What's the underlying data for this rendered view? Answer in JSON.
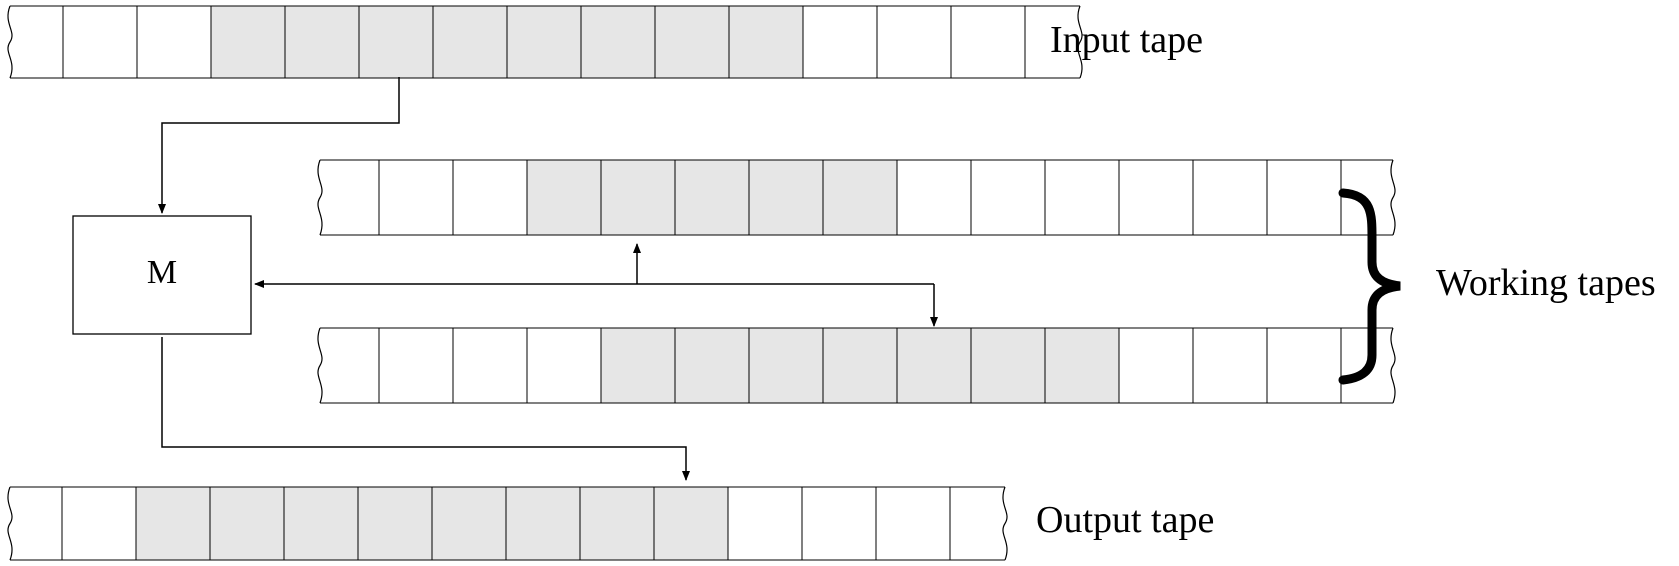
{
  "labels": {
    "machine": "M",
    "input_tape": "Input tape",
    "working_tapes": "Working tapes",
    "output_tape": "Output tape"
  },
  "colors": {
    "cell_filled": "#e6e6e6",
    "cell_empty": "#ffffff",
    "stroke": "#000000"
  },
  "tapes": {
    "input": {
      "cells": 13,
      "filled": [
        2,
        3,
        4,
        5,
        6,
        7,
        8,
        9
      ]
    },
    "working_1": {
      "cells": 13,
      "filled": [
        2,
        3,
        4,
        5,
        6
      ]
    },
    "working_2": {
      "cells": 13,
      "filled": [
        3,
        4,
        5,
        6,
        7,
        8,
        9
      ]
    },
    "output": {
      "cells": 12,
      "filled": [
        1,
        2,
        3,
        4,
        5,
        6,
        7,
        8
      ]
    }
  }
}
